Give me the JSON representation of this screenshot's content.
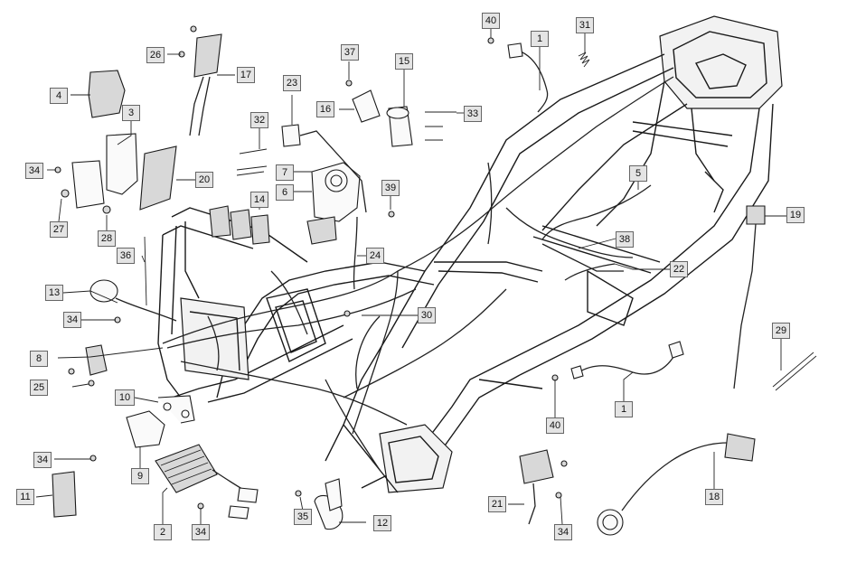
{
  "callouts": [
    {
      "id": "c1a",
      "label": "1"
    },
    {
      "id": "c1b",
      "label": "1"
    },
    {
      "id": "c2",
      "label": "2"
    },
    {
      "id": "c3",
      "label": "3"
    },
    {
      "id": "c4",
      "label": "4"
    },
    {
      "id": "c5",
      "label": "5"
    },
    {
      "id": "c6",
      "label": "6"
    },
    {
      "id": "c7",
      "label": "7"
    },
    {
      "id": "c8",
      "label": "8"
    },
    {
      "id": "c9",
      "label": "9"
    },
    {
      "id": "c10",
      "label": "10"
    },
    {
      "id": "c11",
      "label": "11"
    },
    {
      "id": "c12",
      "label": "12"
    },
    {
      "id": "c13",
      "label": "13"
    },
    {
      "id": "c14",
      "label": "14"
    },
    {
      "id": "c15",
      "label": "15"
    },
    {
      "id": "c16",
      "label": "16"
    },
    {
      "id": "c17",
      "label": "17"
    },
    {
      "id": "c18",
      "label": "18"
    },
    {
      "id": "c19",
      "label": "19"
    },
    {
      "id": "c20",
      "label": "20"
    },
    {
      "id": "c21",
      "label": "21"
    },
    {
      "id": "c22",
      "label": "22"
    },
    {
      "id": "c23",
      "label": "23"
    },
    {
      "id": "c24",
      "label": "24"
    },
    {
      "id": "c25",
      "label": "25"
    },
    {
      "id": "c26",
      "label": "26"
    },
    {
      "id": "c27",
      "label": "27"
    },
    {
      "id": "c28",
      "label": "28"
    },
    {
      "id": "c29",
      "label": "29"
    },
    {
      "id": "c30",
      "label": "30"
    },
    {
      "id": "c31",
      "label": "31"
    },
    {
      "id": "c32",
      "label": "32"
    },
    {
      "id": "c33",
      "label": "33"
    },
    {
      "id": "c34a",
      "label": "34"
    },
    {
      "id": "c34b",
      "label": "34"
    },
    {
      "id": "c34c",
      "label": "34"
    },
    {
      "id": "c34d",
      "label": "34"
    },
    {
      "id": "c34e",
      "label": "34"
    },
    {
      "id": "c35",
      "label": "35"
    },
    {
      "id": "c36",
      "label": "36"
    },
    {
      "id": "c37",
      "label": "37"
    },
    {
      "id": "c38",
      "label": "38"
    },
    {
      "id": "c39",
      "label": "39"
    },
    {
      "id": "c40a",
      "label": "40"
    },
    {
      "id": "c40b",
      "label": "40"
    }
  ]
}
